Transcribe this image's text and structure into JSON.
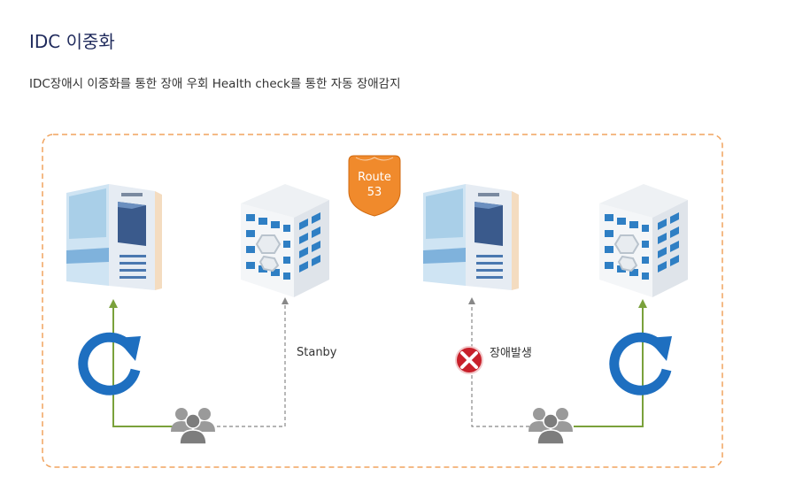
{
  "page": {
    "title": "IDC 이중화",
    "subtitle": "IDC장애시 이중화를 통한 장애 우회 Health check를 통한 자동 장애감지"
  },
  "diagram": {
    "route_badge": {
      "line1": "Route",
      "line2": "53"
    },
    "label_standby": "Stanby",
    "label_failure": "장애발생",
    "colors": {
      "frame": "#f0a35e",
      "route": "#f08a2c",
      "green_line": "#7aa13b",
      "dashed_line": "#888888",
      "refresh": "#1e6fc0",
      "error": "#c8202a"
    },
    "icons": [
      "server-icon",
      "building-icon",
      "refresh-icon",
      "users-icon",
      "error-icon",
      "route53-badge"
    ]
  }
}
